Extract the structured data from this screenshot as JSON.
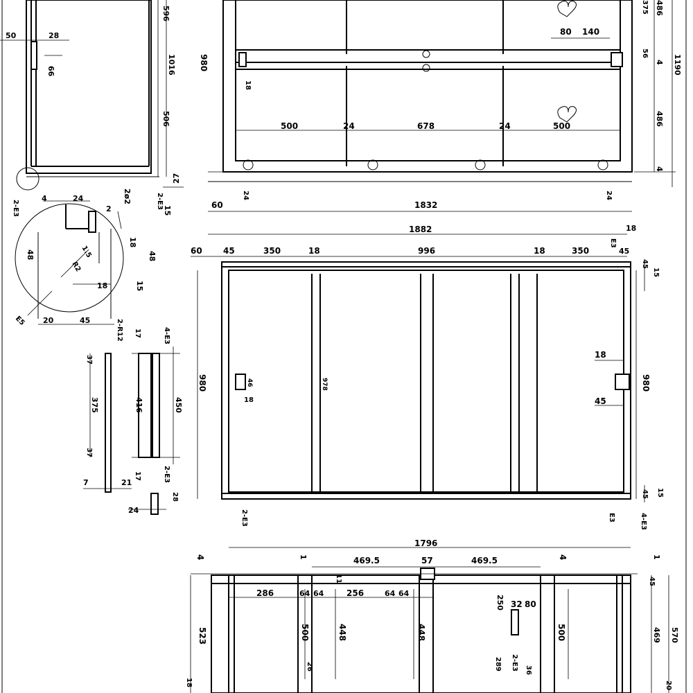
{
  "drawing": {
    "side_view": {
      "dims": {
        "w60": "50",
        "w28": "28",
        "h66": "66",
        "h_tot": "1016",
        "h596": "596",
        "h506": "506",
        "h27": "27",
        "h15": "15",
        "ht": "2-E3",
        "hole": "2-E3"
      }
    },
    "detail": {
      "dims": {
        "a": "4",
        "b": "24",
        "c": "2",
        "d": "2ø2",
        "e": "48",
        "f": "18",
        "g": "48",
        "h": "18",
        "i": "15",
        "j": "20",
        "k": "45",
        "l": "1.5",
        "m": "R2",
        "n": "E5"
      }
    },
    "small_parts": {
      "dims": {
        "a": "2-R12",
        "b": "37",
        "c": "375",
        "d": "37",
        "e": "7",
        "f": "21",
        "g": "17",
        "h": "416",
        "i": "17",
        "j": "450",
        "k": "4-E3",
        "l": "2-E3",
        "m": "24",
        "n": "28"
      }
    },
    "front_view": {
      "dims": {
        "w500a": "500",
        "w24a": "24",
        "w678": "678",
        "w24b": "24",
        "w500b": "500",
        "w80": "80",
        "w140": "140",
        "h980": "980",
        "h486a": "486",
        "h375": "375",
        "h1190": "1190",
        "h56": "56",
        "h4": "4",
        "h486b": "486",
        "h4b": "4",
        "h18": "18",
        "w1832": "1832",
        "w60": "60",
        "w24c": "24",
        "w24d": "24"
      }
    },
    "top_view": {
      "dims": {
        "w1882": "1882",
        "w18t": "18",
        "w60": "60",
        "w45a": "45",
        "w350a": "350",
        "w18a": "18",
        "w996": "996",
        "w18b": "18",
        "w350b": "350",
        "w45b": "45",
        "e3a": "E3",
        "h45": "45",
        "h15a": "15",
        "h980a": "980",
        "h980b": "980",
        "h46": "46",
        "h18b": "18",
        "h18c": "18",
        "h45c": "45",
        "hmid": "978",
        "h45d": "45",
        "h15b": "15",
        "e3b": "2-E3",
        "e3c": "E3",
        "e3d": "4-E3"
      }
    },
    "bottom_view": {
      "dims": {
        "w1796": "1796",
        "w4a": "4",
        "w1": "1",
        "w469a": "469.5",
        "w57": "57",
        "w469b": "469.5",
        "w4b": "4",
        "w1b": "1",
        "w286": "286",
        "w64a": "64",
        "w64b": "64",
        "w256": "256",
        "w64c": "64",
        "w64d": "64",
        "h11": "11",
        "h523": "523",
        "h500a": "500",
        "h448a": "448",
        "h448b": "448",
        "h250": "250",
        "w32": "32",
        "w80": "80",
        "h500b": "500",
        "h45": "45",
        "h469": "469",
        "h570": "570",
        "h18": "18",
        "h26": "26",
        "h289": "289",
        "h2e3": "2-E3",
        "h36": "36",
        "h20": "20"
      }
    }
  }
}
